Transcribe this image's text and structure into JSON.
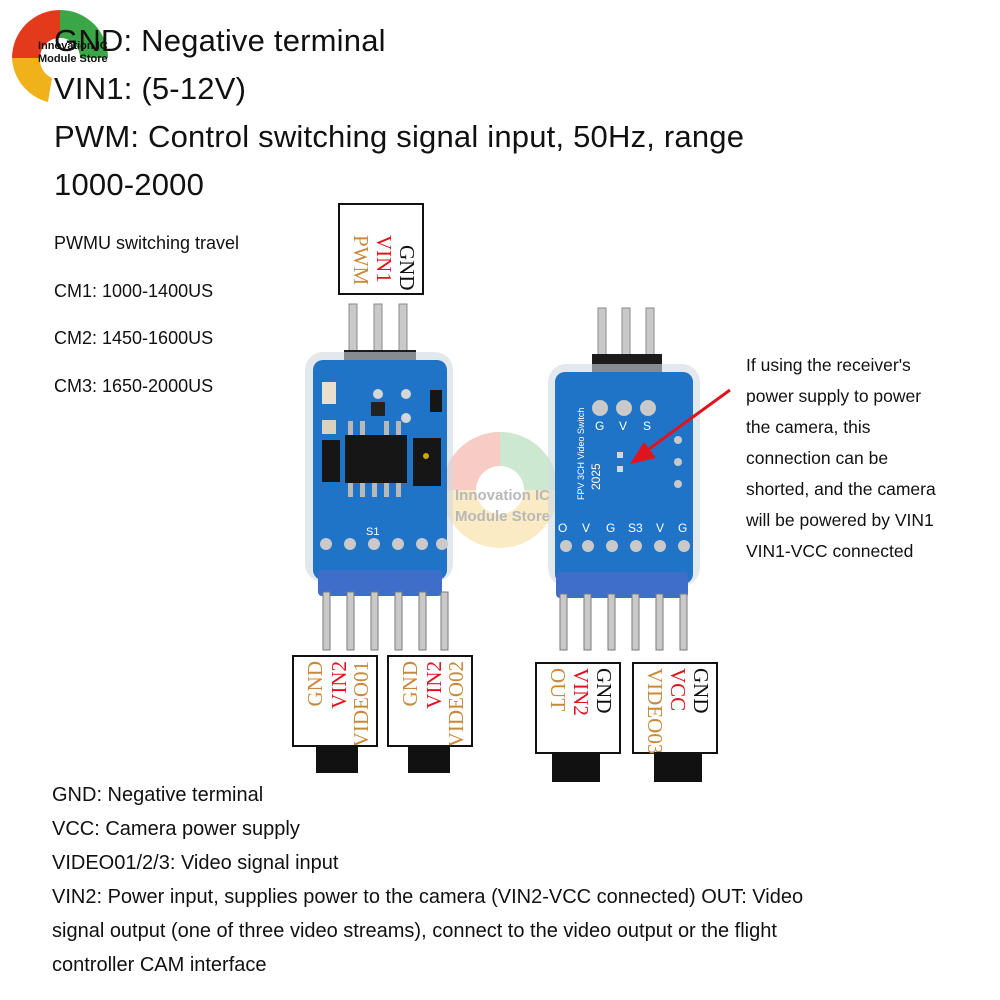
{
  "logo": {
    "line1": "Innovation IC",
    "line2": "Module Store"
  },
  "watermark": {
    "line1": "Innovation IC",
    "line2": "Module Store"
  },
  "header": {
    "line_gnd": "GND: Negative terminal",
    "line_vin1": "VIN1: (5-12V)",
    "line_pwm_1": "PWM: Control switching signal input, 50Hz, range",
    "line_pwm_2": "1000-2000"
  },
  "switching": {
    "title": "PWMU switching travel",
    "cm1": "CM1: 1000-1400US",
    "cm2": "CM2: 1450-1600US",
    "cm3": "CM3: 1650-2000US"
  },
  "note": {
    "lines": [
      "If using the receiver's",
      "power supply to power",
      "the camera, this",
      "connection can be",
      "shorted, and the camera",
      "will be powered by VIN1",
      "VIN1-VCC connected"
    ]
  },
  "top_connector": {
    "pin_gnd": "GND",
    "pin_vin1": "VIN1",
    "pin_pwm": "PWM"
  },
  "board_front": {
    "silk_s1": "S1"
  },
  "board_back": {
    "silk_top": [
      "G",
      "V",
      "S"
    ],
    "silk_bottom": [
      "O",
      "V",
      "G",
      "S3",
      "V",
      "G"
    ],
    "silk_name": "FPV 3CH Video Switch",
    "silk_year": "2025"
  },
  "connectors": {
    "c1": {
      "a": "VIDEO01",
      "b": "VIN2",
      "c": "GND"
    },
    "c2": {
      "a": "VIDEO02",
      "b": "VIN2",
      "c": "GND"
    },
    "c3": {
      "a": "GND",
      "b": "VIN2",
      "c": "OUT"
    },
    "c4": {
      "a": "GND",
      "b": "VCC",
      "c": "VIDEO03"
    }
  },
  "colors": {
    "gnd": "#111111",
    "power": "#e0141e",
    "signal": "#c8893a",
    "pcb": "#1f74c8",
    "arrow": "#e0141e"
  },
  "legend": {
    "gnd": "GND: Negative terminal",
    "vcc": "VCC: Camera power supply",
    "video": "VIDEO01/2/3: Video signal input",
    "vin2_1": "VIN2: Power input, supplies power to the camera (VIN2-VCC connected) OUT: Video",
    "vin2_2": "signal output (one of three video streams), connect to the video output or the flight",
    "vin2_3": "controller CAM interface"
  }
}
